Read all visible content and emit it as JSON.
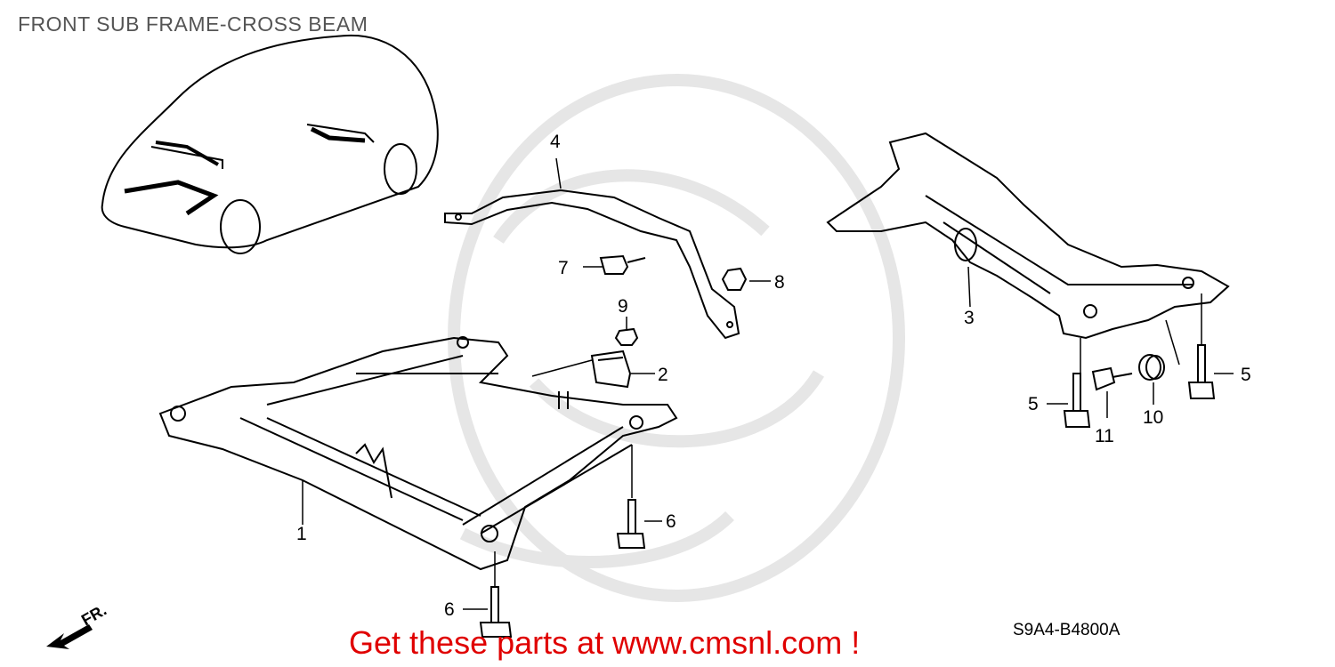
{
  "title": "FRONT SUB FRAME-CROSS BEAM",
  "diagram_code": "S9A4-B4800A",
  "promo_text": "Get these parts at www.cmsnl.com !",
  "direction_label": "FR.",
  "callouts": {
    "c1": "1",
    "c2": "2",
    "c3": "3",
    "c4": "4",
    "c5a": "5",
    "c5b": "5",
    "c6a": "6",
    "c6b": "6",
    "c7": "7",
    "c8": "8",
    "c9": "9",
    "c10": "10",
    "c11": "11"
  },
  "colors": {
    "line": "#000000",
    "watermark": "#e6e6e6",
    "promo": "#e00000",
    "title": "#555555"
  }
}
